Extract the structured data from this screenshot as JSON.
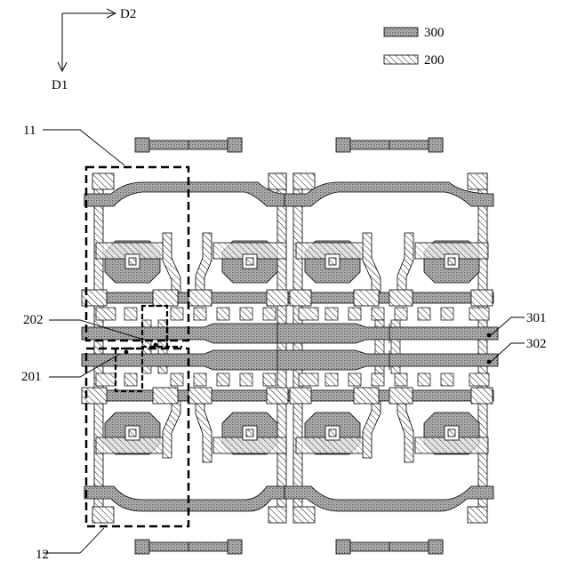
{
  "directions": {
    "d2": "D2",
    "d1": "D1"
  },
  "legend": [
    {
      "swatch": "cross-hatch",
      "label": "300"
    },
    {
      "swatch": "diagonal-hatch",
      "label": "200"
    }
  ],
  "labels": {
    "region_11": "11",
    "region_12": "12",
    "ref_202": "202",
    "ref_201": "201",
    "ref_301": "301",
    "ref_302": "302"
  }
}
